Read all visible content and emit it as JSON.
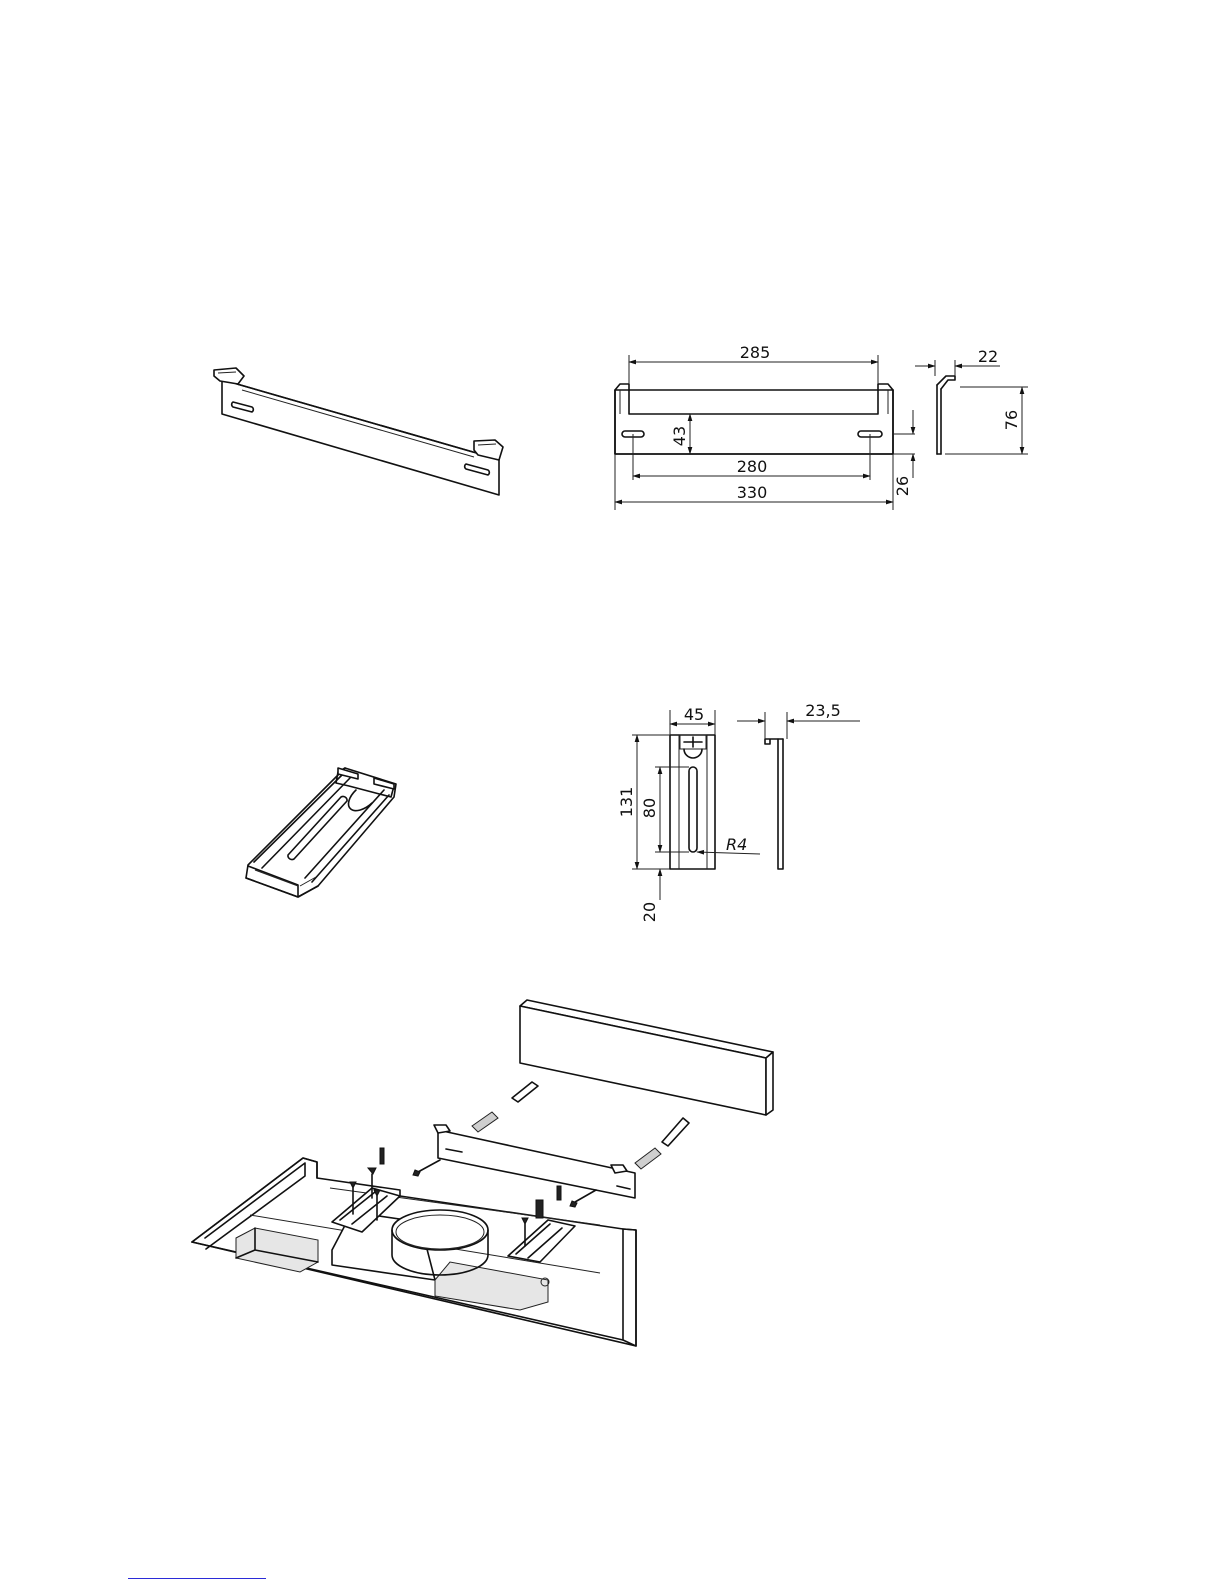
{
  "dimensions": {
    "back_bracket": {
      "length_top": "285",
      "hole_height": "43",
      "hole_spacing": "280",
      "overall_length": "330",
      "bottom_offset": "26",
      "flange_depth": "22",
      "height": "76"
    },
    "side_bracket": {
      "width": "45",
      "flange_depth": "23,5",
      "overall_length": "131",
      "slot_length": "80",
      "radius": "R4",
      "end_offset": "20"
    }
  },
  "colors": {
    "line": "#111111",
    "link": "#2b2bd8"
  }
}
